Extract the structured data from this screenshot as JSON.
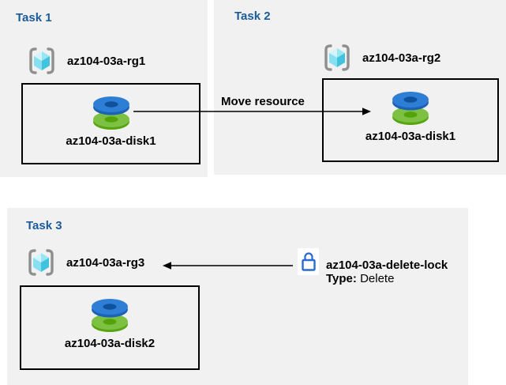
{
  "diagram": {
    "tasks": [
      {
        "title": "Task 1",
        "resource_group": {
          "icon": "resource-group-icon",
          "name": "az104-03a-rg1"
        },
        "resources": [
          {
            "icon": "disk-icon",
            "name": "az104-03a-disk1"
          }
        ]
      },
      {
        "title": "Task 2",
        "resource_group": {
          "icon": "resource-group-icon",
          "name": "az104-03a-rg2"
        },
        "resources": [
          {
            "icon": "disk-icon",
            "name": "az104-03a-disk1"
          }
        ]
      },
      {
        "title": "Task 3",
        "resource_group": {
          "icon": "resource-group-icon",
          "name": "az104-03a-rg3"
        },
        "resources": [
          {
            "icon": "disk-icon",
            "name": "az104-03a-disk2"
          }
        ]
      }
    ],
    "move_arrow": {
      "label": "Move resource",
      "direction": "right"
    },
    "lock": {
      "icon": "lock-icon",
      "name": "az104-03a-delete-lock",
      "type_label": "Type:",
      "type_value": "Delete",
      "arrow_direction": "left"
    },
    "colors": {
      "panel_bg": "#f1f1f2",
      "task_title": "#1a5c99",
      "box_border": "#000000",
      "arrow": "#000000",
      "bracket_gray": "#8f8f8f",
      "cube_light": "#d2f4fa",
      "cube_medium": "#96e6f4",
      "cube_face_left": "#86e0f1",
      "cube_face_right": "#41c2dd",
      "disk_blue_top": "#2e7ed5",
      "disk_blue_side": "#1b63b7",
      "disk_blue_hole": "#10519b",
      "disk_green_top": "#7dc142",
      "disk_green_side": "#56a50f",
      "disk_green_hole": "#54a30a",
      "lock_blue": "#2b6bd0"
    }
  }
}
